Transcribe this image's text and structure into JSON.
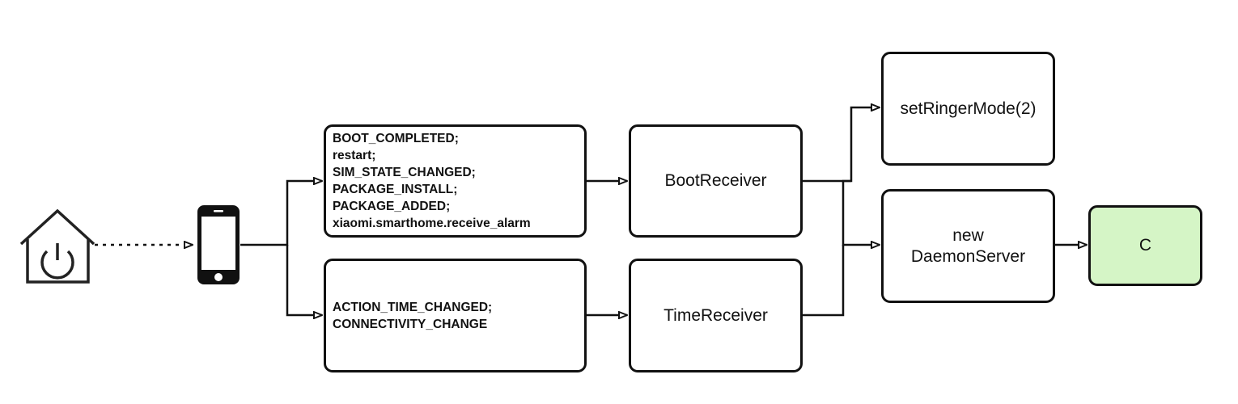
{
  "diagram": {
    "events_box_top": {
      "lines": [
        "BOOT_COMPLETED;",
        "restart;",
        "SIM_STATE_CHANGED;",
        "PACKAGE_INSTALL;",
        "PACKAGE_ADDED;",
        "xiaomi.smarthome.receive_alarm"
      ]
    },
    "events_box_bottom": {
      "lines": [
        "ACTION_TIME_CHANGED;",
        "CONNECTIVITY_CHANGE"
      ]
    },
    "boot_receiver": {
      "label": "BootReceiver"
    },
    "time_receiver": {
      "label": "TimeReceiver"
    },
    "set_ringer_mode": {
      "label": "setRingerMode(2)"
    },
    "daemon_server": {
      "line1": "new",
      "line2": "DaemonServer"
    },
    "c_node": {
      "label": "C",
      "fill": "#d5f5c6"
    },
    "icons": {
      "home": "smart-home-power-icon",
      "phone": "smartphone-icon"
    },
    "colors": {
      "stroke": "#111111",
      "background": "#ffffff"
    }
  }
}
